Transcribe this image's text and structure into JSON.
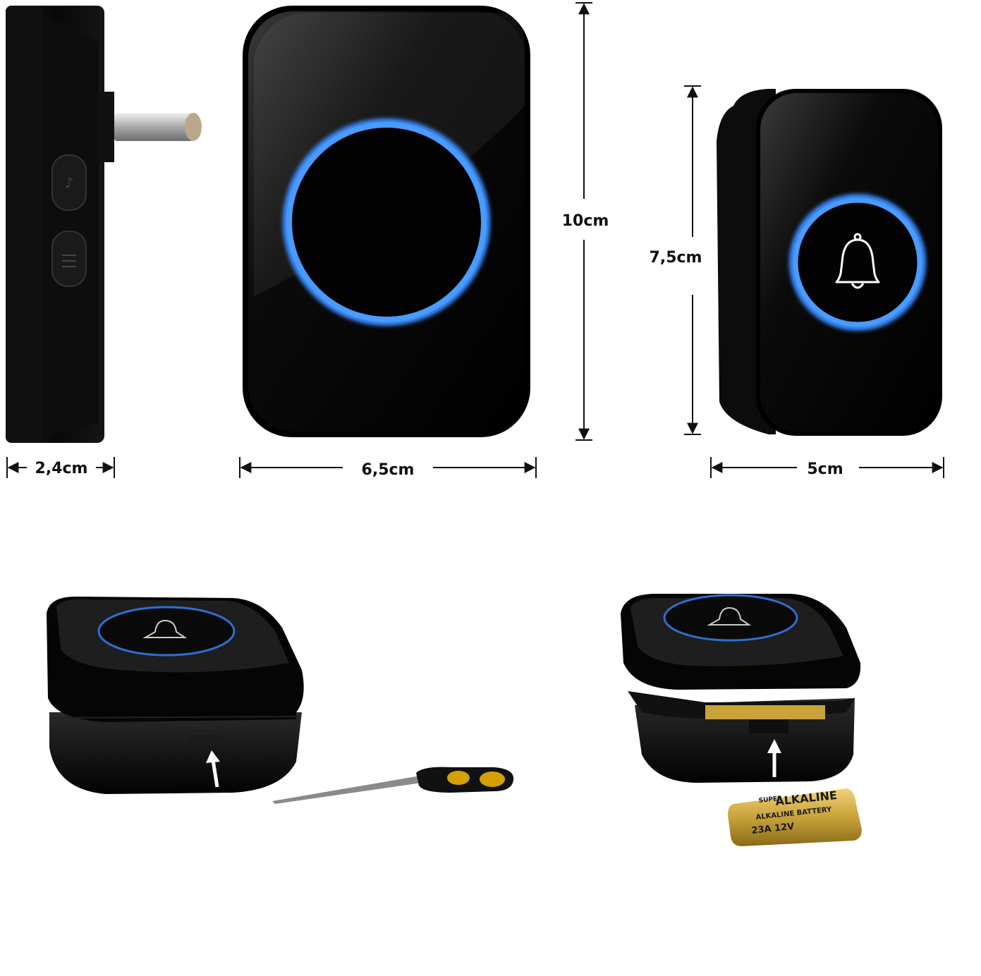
{
  "image": {
    "type": "product-photo",
    "subject": "wireless doorbell set: plug-in receiver and battery push button"
  },
  "dimensions": {
    "receiver_depth": "2,4cm",
    "receiver_width": "6,5cm",
    "receiver_height": "10cm",
    "button_height": "7,5cm",
    "button_width": "5cm"
  },
  "battery": {
    "brand_small": "SUPER",
    "brand": "ALKALINE",
    "line2": "ALKALINE BATTERY",
    "model": "23A 12V"
  },
  "colors": {
    "device_body": "#050505",
    "led_ring": "#3a8bff",
    "battery_gold": "#c9a23a",
    "screwdriver_handle": "#d4a100"
  },
  "icons": [
    "bell-icon",
    "music-note-icon",
    "volume-icon",
    "arrow-up-icon"
  ]
}
